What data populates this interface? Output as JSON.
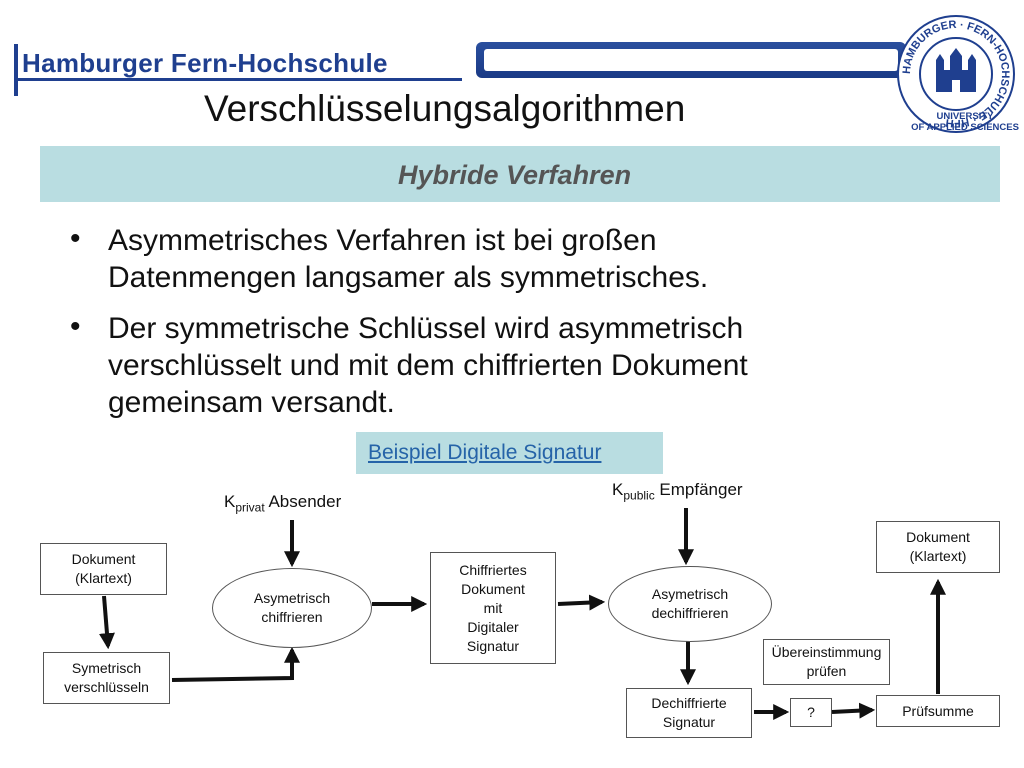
{
  "header": {
    "brand": "Hamburger Fern-Hochschule",
    "logo_ring_text": "HAMBURGER · FERN-HOCHSCHULE · HFH",
    "logo_caption_line1": "UNIVERSITY",
    "logo_caption_line2": "OF APPLIED SCIENCES",
    "accent_color": "#1f3f8f"
  },
  "slide": {
    "title": "Verschlüsselungsalgorithmen",
    "subtitle": "Hybride Verfahren",
    "bullets": [
      {
        "line1": "Asymmetrisches Verfahren ist bei großen",
        "line2": "Datenmengen langsamer als symmetrisches."
      },
      {
        "line1": "Der symmetrische Schlüssel wird asymmetrisch",
        "line2": "verschlüsselt und mit dem chiffrierten Dokument",
        "line3": "gemeinsam versandt."
      }
    ],
    "bullet_char": "•",
    "link_text": "Beispiel Digitale Signatur"
  },
  "diagram": {
    "key_private": {
      "main": "K",
      "sub": "privat",
      "suffix": " Absender"
    },
    "key_public": {
      "main": "K",
      "sub": "public",
      "suffix": " Empfänger"
    },
    "doc_in": {
      "l1": "Dokument",
      "l2": "(Klartext)"
    },
    "sym_encrypt": {
      "l1": "Symetrisch",
      "l2": "verschlüsseln"
    },
    "asym_encrypt": {
      "l1": "Asymetrisch",
      "l2": "chiffrieren"
    },
    "cipher_doc": {
      "l1": "Chiffriertes",
      "l2": "Dokument",
      "l3": "mit",
      "l4": "Digitaler",
      "l5": "Signatur"
    },
    "asym_decrypt": {
      "l1": "Asymetrisch",
      "l2": "dechiffrieren"
    },
    "doc_out": {
      "l1": "Dokument",
      "l2": "(Klartext)"
    },
    "match_check": {
      "l1": "Übereinstimmung",
      "l2": "prüfen"
    },
    "decrypted_sig": {
      "l1": "Dechiffrierte",
      "l2": "Signatur"
    },
    "question": "?",
    "checksum": "Prüfsumme"
  }
}
